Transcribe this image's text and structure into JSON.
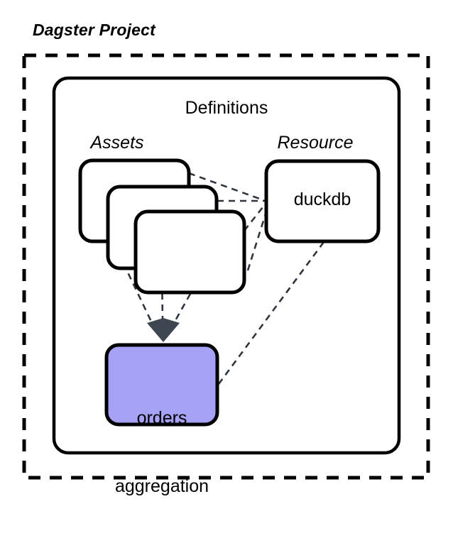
{
  "diagram": {
    "title": "Dagster Project",
    "container": {
      "outer_label": "Dagster Project",
      "outer_border_style": "dashed",
      "inner_label": "Definitions",
      "inner_border_style": "solid"
    },
    "groups": [
      {
        "name": "assets-group",
        "label": "Assets",
        "style": "italic"
      },
      {
        "name": "resource-group",
        "label": "Resource",
        "style": "italic"
      }
    ],
    "nodes": [
      {
        "id": "asset-card-1",
        "label": "",
        "fill": "#ffffff",
        "stroke": "#000000"
      },
      {
        "id": "asset-card-2",
        "label": "",
        "fill": "#ffffff",
        "stroke": "#000000"
      },
      {
        "id": "asset-card-3",
        "label": "",
        "fill": "#ffffff",
        "stroke": "#000000"
      },
      {
        "id": "duckdb-resource",
        "label": "duckdb",
        "fill": "#ffffff",
        "stroke": "#000000"
      },
      {
        "id": "orders-aggregation-asset",
        "label": "orders\naggregation",
        "label_line_1": "orders",
        "label_line_2": "aggregation",
        "fill": "#a6a2f5",
        "stroke": "#000000"
      }
    ],
    "edges": [
      {
        "from": "asset-card-1",
        "to": "duckdb-resource",
        "style": "dashed"
      },
      {
        "from": "asset-card-2",
        "to": "duckdb-resource",
        "style": "dashed"
      },
      {
        "from": "asset-card-3",
        "to": "duckdb-resource",
        "style": "dashed"
      },
      {
        "from": "asset-card-1",
        "to": "orders-aggregation-asset",
        "style": "dashed",
        "marker": "arrowhead"
      },
      {
        "from": "asset-card-2",
        "to": "orders-aggregation-asset",
        "style": "dashed",
        "marker": "arrowhead"
      },
      {
        "from": "asset-card-3",
        "to": "orders-aggregation-asset",
        "style": "dashed",
        "marker": "arrowhead"
      },
      {
        "from": "duckdb-resource",
        "to": "orders-aggregation-asset",
        "style": "dashed"
      }
    ],
    "colors": {
      "asset_highlight": "#a6a2f5",
      "edge": "#2f3640",
      "arrow_marker": "#3e4652",
      "stroke": "#000000",
      "background": "#ffffff"
    }
  }
}
